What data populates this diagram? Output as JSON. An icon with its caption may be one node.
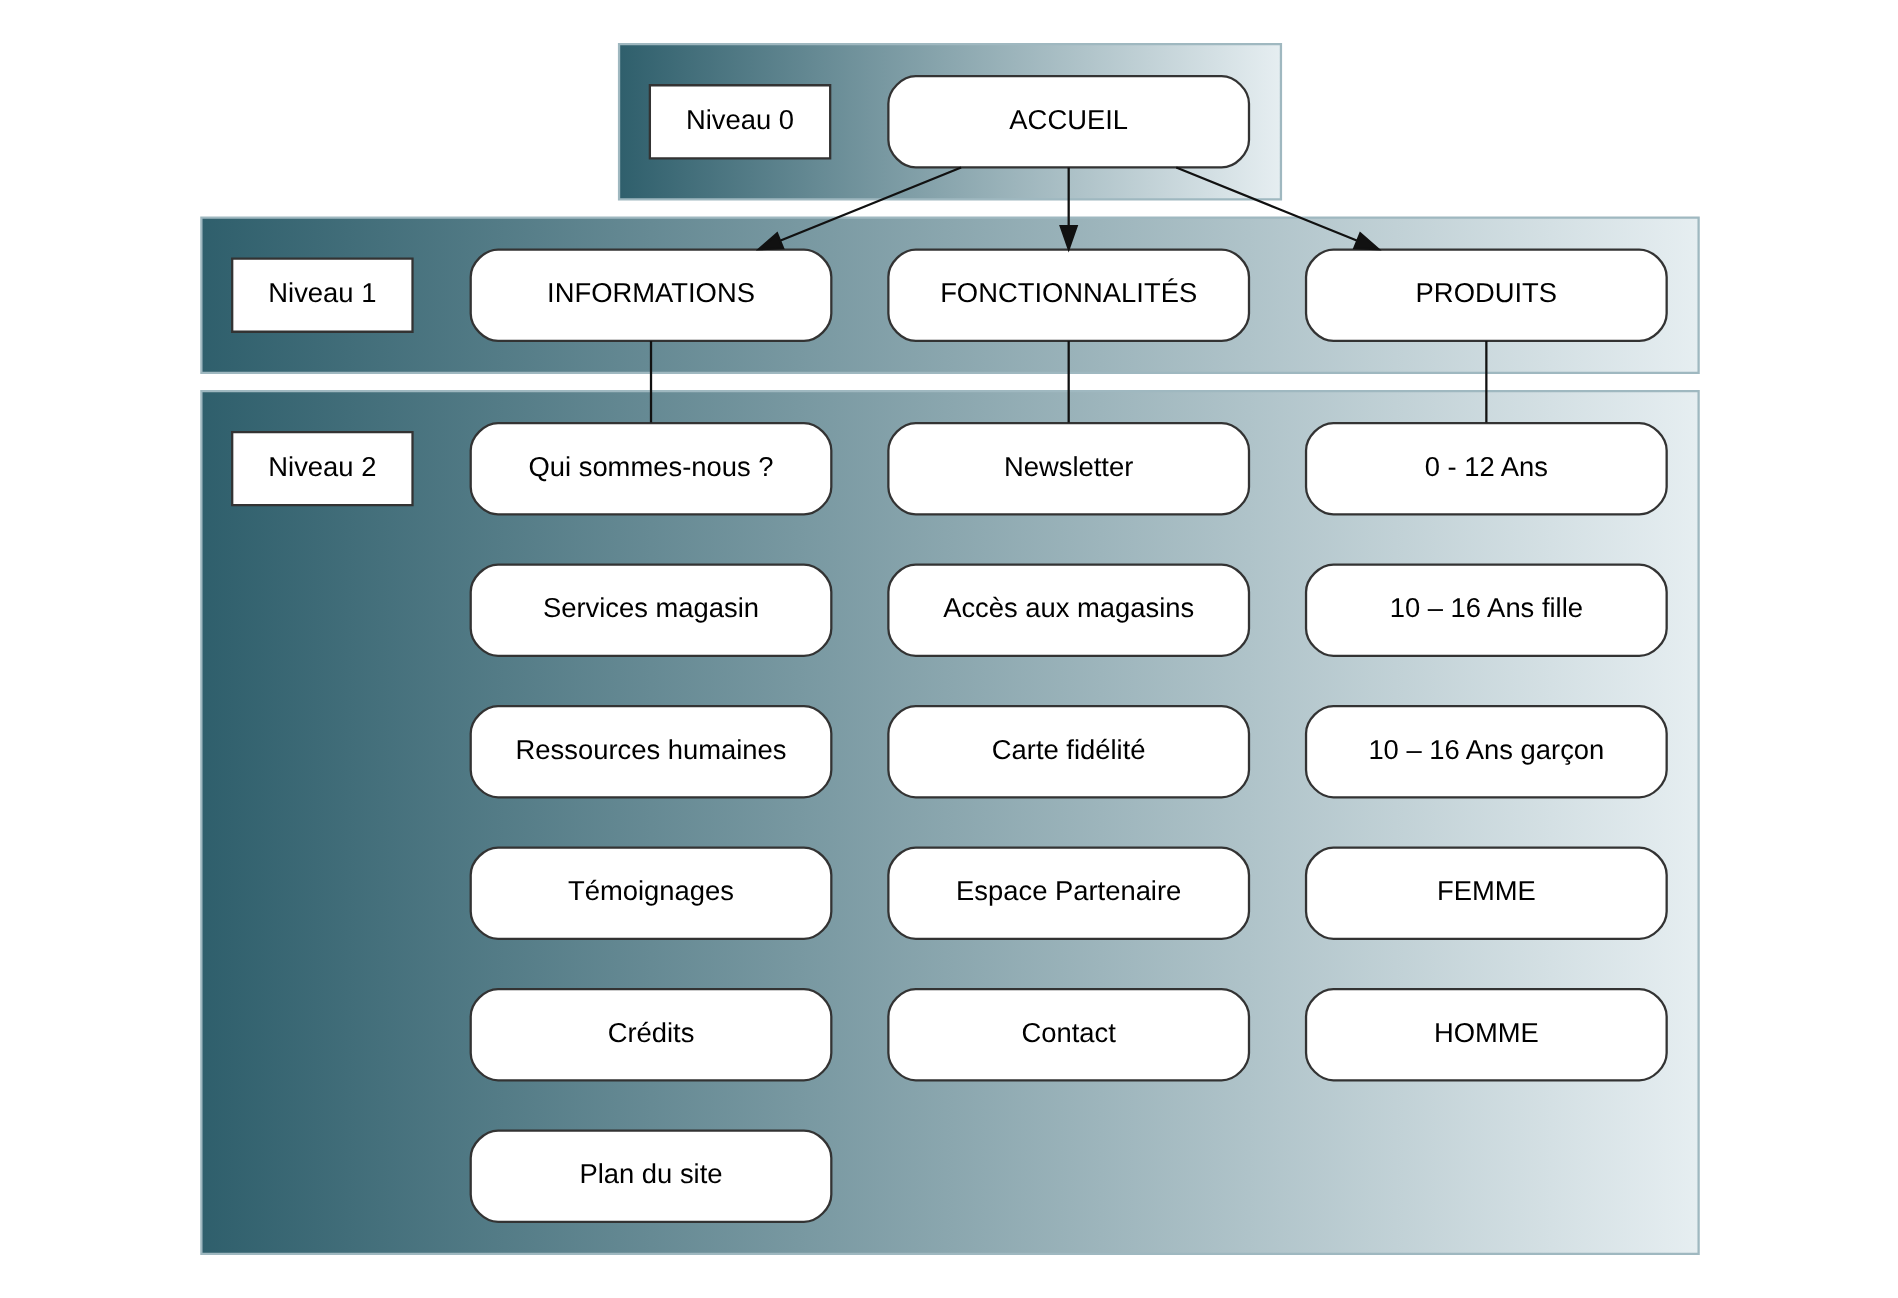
{
  "diagram": {
    "nodes": [
      {
        "text": [],
        "shape": "band"
      },
      {
        "text": [
          "ACCUEIL"
        ],
        "in": 0
      },
      {
        "text": [
          "Niveau 0"
        ],
        "in": 0
      },
      {
        "text": [],
        "shape": "band"
      },
      {
        "text": [
          "PRODUITS"
        ],
        "in": 3
      },
      {
        "text": [
          "FONCTIONNALITÉS"
        ],
        "in": 3
      },
      {
        "text": [
          "INFORMATIONS"
        ],
        "in": 3
      },
      {
        "text": [
          "Niveau 1"
        ],
        "in": 3
      },
      {
        "text": [],
        "shape": "band"
      },
      {
        "text": [
          "0 - 12 Ans"
        ],
        "in": 8
      },
      {
        "text": [
          "Newsletter"
        ],
        "in": 8
      },
      {
        "text": [
          "Qui sommes-nous ?"
        ],
        "in": 8
      },
      {
        "text": [
          "Niveau 2"
        ],
        "in": 8
      },
      {
        "text": [
          "10 – 16 Ans fille"
        ],
        "in": 8
      },
      {
        "text": [
          "Accès aux magasins"
        ],
        "in": 8
      },
      {
        "text": [
          "Services magasin"
        ],
        "in": 8
      },
      {
        "text": [
          "10 – 16 Ans garçon"
        ],
        "in": 8
      },
      {
        "text": [
          "Carte fidélité"
        ],
        "in": 8
      },
      {
        "text": [
          "Ressources humaines"
        ],
        "in": 8
      },
      {
        "text": [
          "FEMME"
        ],
        "in": 8
      },
      {
        "text": [
          "Espace Partenaire"
        ],
        "in": 8
      },
      {
        "text": [
          "Témoignages"
        ],
        "in": 8
      },
      {
        "text": [
          "HOMME"
        ],
        "in": 8
      },
      {
        "text": [
          "Contact"
        ],
        "in": 8
      },
      {
        "text": [
          "Crédits"
        ],
        "in": 8
      },
      {
        "text": [
          "Plan du site"
        ],
        "in": 8
      }
    ],
    "edges": [
      {
        "from": 1,
        "to": 4,
        "arrow": "to"
      },
      {
        "from": 1,
        "to": 5,
        "arrow": "to"
      },
      {
        "from": 1,
        "to": 6,
        "arrow": "to"
      },
      {
        "from": 4,
        "to": 9,
        "arrow": "none"
      },
      {
        "from": 5,
        "to": 10,
        "arrow": "none"
      },
      {
        "from": 6,
        "to": 11,
        "arrow": "none"
      }
    ]
  }
}
